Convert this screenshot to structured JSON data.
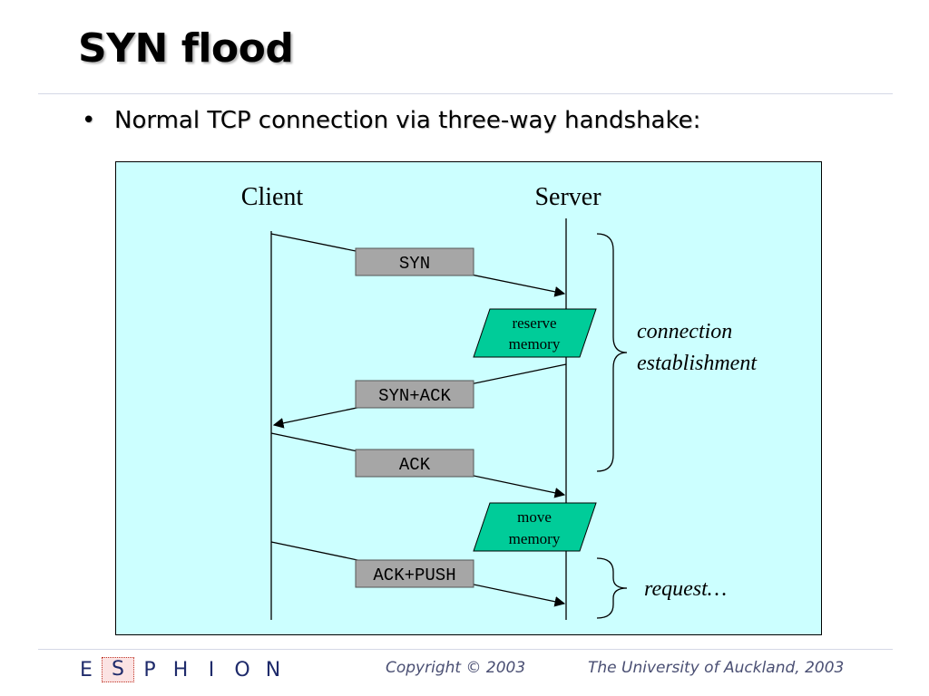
{
  "slide": {
    "title": "SYN flood",
    "bullet": "Normal TCP connection via three-way handshake:"
  },
  "diagram": {
    "client_label": "Client",
    "server_label": "Server",
    "messages": [
      {
        "label": "SYN",
        "direction": "client-to-server"
      },
      {
        "label": "SYN+ACK",
        "direction": "server-to-client"
      },
      {
        "label": "ACK",
        "direction": "client-to-server"
      },
      {
        "label": "ACK+PUSH",
        "direction": "client-to-server"
      }
    ],
    "actions": [
      {
        "line1": "reserve",
        "line2": "memory"
      },
      {
        "line1": "move",
        "line2": "memory"
      }
    ],
    "phases": [
      {
        "line1": "connection",
        "line2": "establishment"
      },
      {
        "line1": "request…"
      }
    ],
    "colors": {
      "background": "#ccffff",
      "message_box": "#a6a6a6",
      "action_box": "#00cc99"
    }
  },
  "footer": {
    "logo_letters": [
      "E",
      "S",
      "P",
      "H",
      "I",
      "O",
      "N"
    ],
    "copyright": "Copyright © 2003",
    "institution": "The University of Auckland, 2003"
  }
}
